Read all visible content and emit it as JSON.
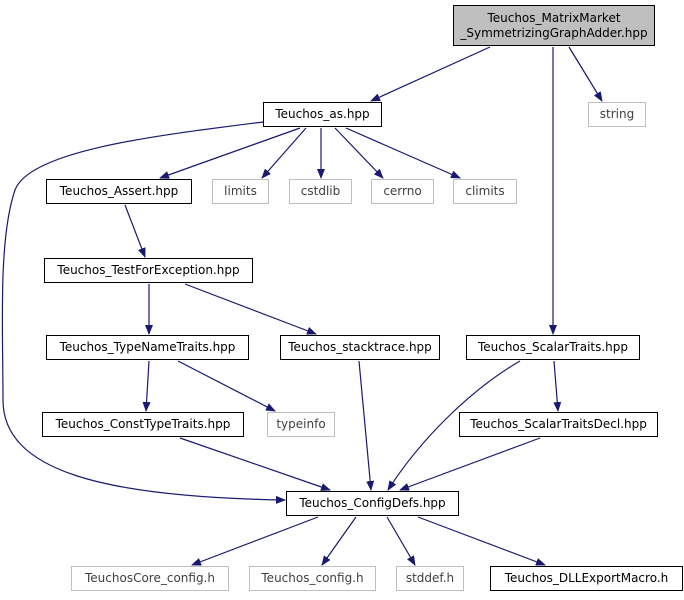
{
  "nodes": {
    "root": "Teuchos_MatrixMarket\n_SymmetrizingGraphAdder.hpp",
    "as": "Teuchos_as.hpp",
    "string": "string",
    "assert": "Teuchos_Assert.hpp",
    "limits": "limits",
    "cstdlib": "cstdlib",
    "cerrno": "cerrno",
    "climits": "climits",
    "testforexc": "Teuchos_TestForException.hpp",
    "typenametraits": "Teuchos_TypeNameTraits.hpp",
    "stacktrace": "Teuchos_stacktrace.hpp",
    "scalartraits": "Teuchos_ScalarTraits.hpp",
    "consttypetraits": "Teuchos_ConstTypeTraits.hpp",
    "typeinfo": "typeinfo",
    "scalartraitsdecl": "Teuchos_ScalarTraitsDecl.hpp",
    "configdefs": "Teuchos_ConfigDefs.hpp",
    "coreconfig": "TeuchosCore_config.h",
    "config": "Teuchos_config.h",
    "stddef": "stddef.h",
    "dllexport": "Teuchos_DLLExportMacro.h"
  },
  "edge_color": "#191970"
}
